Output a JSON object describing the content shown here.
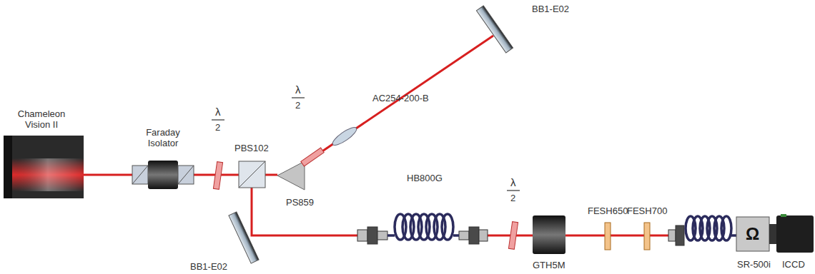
{
  "diagram": {
    "labels": [
      "Chameleon Vision II",
      "Faraday Isolator",
      "λ",
      "2",
      "PBS102",
      "PS859",
      "λ",
      "2",
      "AC254-200-B",
      "BB1-E02",
      "BB1-E02",
      "HB800G",
      "λ",
      "2",
      "GTH5M",
      "FESH650",
      "FESH700",
      "Ω",
      "SR-500i",
      "ICCD"
    ]
  }
}
